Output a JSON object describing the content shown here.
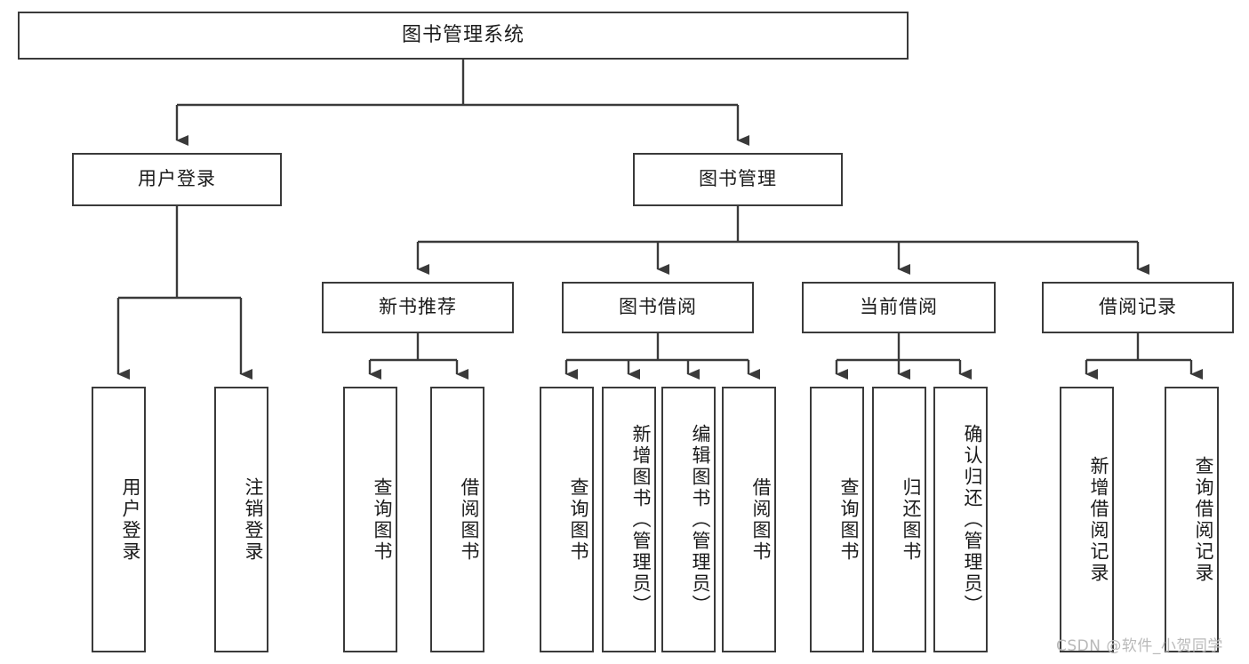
{
  "diagram": {
    "title": "图书管理系统",
    "type": "hierarchy-tree",
    "watermark": "CSDN @软件_小贺同学",
    "colors": {
      "box_border": "#3a3a3a",
      "box_fill": "#ffffff",
      "line": "#3a3a3a",
      "text": "#1b1b1b",
      "watermark": "#b9b9b9",
      "background": "#ffffff"
    },
    "root": {
      "label": "图书管理系统"
    },
    "level2": [
      {
        "id": "user-login",
        "label": "用户登录"
      },
      {
        "id": "book-management",
        "label": "图书管理"
      }
    ],
    "level3": [
      {
        "id": "new-book-recommend",
        "label": "新书推荐",
        "parent": "book-management"
      },
      {
        "id": "book-borrow",
        "label": "图书借阅",
        "parent": "book-management"
      },
      {
        "id": "current-borrow",
        "label": "当前借阅",
        "parent": "book-management"
      },
      {
        "id": "borrow-record",
        "label": "借阅记录",
        "parent": "book-management"
      }
    ],
    "leaves": {
      "user_login": [
        {
          "id": "leaf-user-login",
          "label": "用户登录"
        },
        {
          "id": "leaf-logout-login",
          "label": "注销登录"
        }
      ],
      "new_book_recommend": [
        {
          "id": "leaf-query-book-1",
          "label": "查询图书"
        },
        {
          "id": "leaf-borrow-book-1",
          "label": "借阅图书"
        }
      ],
      "book_borrow": [
        {
          "id": "leaf-query-book-2",
          "label": "查询图书"
        },
        {
          "id": "leaf-add-book",
          "label": "新增图书（管理员）"
        },
        {
          "id": "leaf-edit-book",
          "label": "编辑图书（管理员）"
        },
        {
          "id": "leaf-borrow-book-2",
          "label": "借阅图书"
        }
      ],
      "current_borrow": [
        {
          "id": "leaf-query-book-3",
          "label": "查询图书"
        },
        {
          "id": "leaf-return-book",
          "label": "归还图书"
        },
        {
          "id": "leaf-confirm-return",
          "label": "确认归还（管理员）"
        }
      ],
      "borrow_record": [
        {
          "id": "leaf-add-borrow-record",
          "label": "新增借阅记录"
        },
        {
          "id": "leaf-query-borrow-record",
          "label": "查询借阅记录"
        }
      ]
    }
  }
}
